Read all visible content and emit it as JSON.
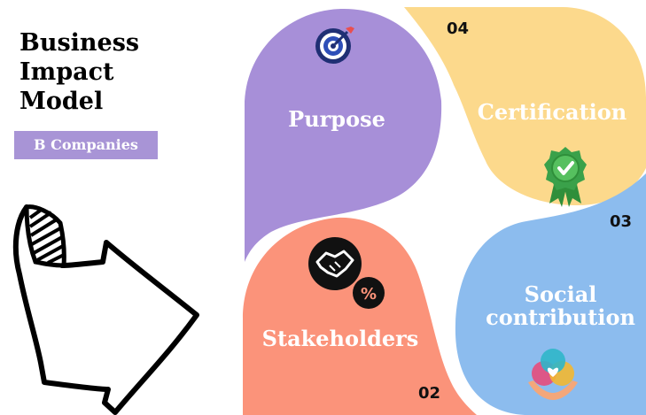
{
  "title": {
    "line1": "Business",
    "line2": "Impact",
    "line3": "Model"
  },
  "subtitle": "B Companies",
  "petals": {
    "purpose": {
      "label": "Purpose",
      "icon": "target-icon",
      "color": "#a78fd8"
    },
    "certification": {
      "label": "Certification",
      "number": "04",
      "icon": "certified-badge-icon",
      "color": "#fcd98c"
    },
    "social": {
      "label_line1": "Social",
      "label_line2": "contribution",
      "number": "03",
      "icon": "hands-heart-icon",
      "color": "#8cbcee"
    },
    "stakeholders": {
      "label": "Stakeholders",
      "number": "02",
      "icon": "handshake-percent-icon",
      "color": "#fb937a"
    }
  }
}
